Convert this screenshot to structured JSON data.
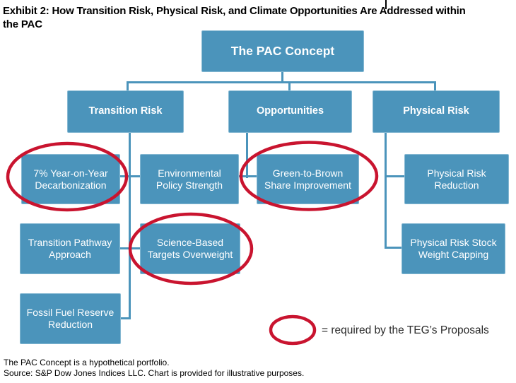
{
  "title": {
    "lines": [
      "Exhibit 2: How Transition Risk, Physical Risk, and Climate Opportunities Are Addressed within",
      "the PAC"
    ]
  },
  "colors": {
    "node_fill": "#4b94bb",
    "node_border": "#85b8d2",
    "connector": "#4b94bb",
    "highlight_red": "#c9142f"
  },
  "diagram": {
    "root": {
      "label": "The PAC Concept",
      "lines": [
        "The PAC Concept"
      ],
      "circled": false
    },
    "branches": [
      {
        "label": "Transition Risk",
        "lines": [
          "Transition Risk"
        ],
        "children": [
          {
            "label": "7% Year-on-Year Decarbonization",
            "lines": [
              "7% Year-on-Year",
              "Decarbonization"
            ],
            "circled": true
          },
          {
            "label": "Environmental Policy Strength",
            "lines": [
              "Environmental",
              "Policy Strength"
            ],
            "circled": false
          },
          {
            "label": "Transition Pathway Approach",
            "lines": [
              "Transition Pathway",
              "Approach"
            ],
            "circled": false
          },
          {
            "label": "Science-Based Targets Overweight",
            "lines": [
              "Science-Based",
              "Targets Overweight"
            ],
            "circled": true
          },
          {
            "label": "Fossil Fuel Reserve Reduction",
            "lines": [
              "Fossil Fuel Reserve",
              "Reduction"
            ],
            "circled": false
          }
        ]
      },
      {
        "label": "Opportunities",
        "lines": [
          "Opportunities"
        ],
        "children": [
          {
            "label": "Green-to-Brown Share Improvement",
            "lines": [
              "Green-to-Brown",
              "Share Improvement"
            ],
            "circled": true
          }
        ]
      },
      {
        "label": "Physical Risk",
        "lines": [
          "Physical Risk"
        ],
        "children": [
          {
            "label": "Physical Risk Reduction",
            "lines": [
              "Physical Risk",
              "Reduction"
            ],
            "circled": false
          },
          {
            "label": "Physical Risk Stock Weight Capping",
            "lines": [
              "Physical Risk Stock",
              "Weight Capping"
            ],
            "circled": false
          }
        ]
      }
    ]
  },
  "legend": {
    "text": "= required by the TEG’s Proposals"
  },
  "footnotes": {
    "line1": "The PAC Concept is a hypothetical portfolio.",
    "line2": "Source: S&P Dow Jones Indices LLC. Chart is provided for illustrative purposes."
  }
}
